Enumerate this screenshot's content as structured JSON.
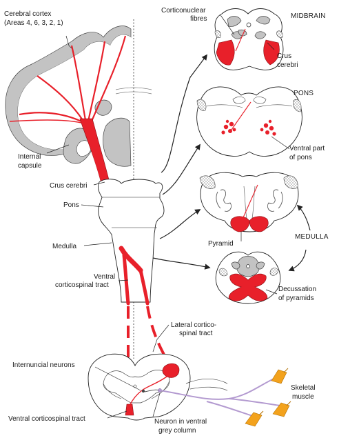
{
  "labels": {
    "cortex_line1": "Cerebral cortex",
    "cortex_line2_pre": "(Areas ",
    "cortex_a4": "4",
    "cortex_sep1": ", ",
    "cortex_a6": "6",
    "cortex_rest": ", 3, 2, 1)",
    "internal_capsule_1": "Internal",
    "internal_capsule_2": "capsule",
    "crus_cerebri_left": "Crus cerebri",
    "pons_left": "Pons",
    "medulla_left": "Medulla",
    "ventral_cst_1": "Ventral",
    "ventral_cst_2": "corticospinal tract",
    "lateral_cst_1": "Lateral cortico-",
    "lateral_cst_2": "spinal tract",
    "internuncial": "Internuncial neurons",
    "ventral_cst_bottom": "Ventral corticospinal tract",
    "neuron_vgc_1": "Neuron in ventral",
    "neuron_vgc_2": "grey column",
    "skeletal_1": "Skeletal",
    "skeletal_2": "muscle",
    "corticonuclear_1": "Corticonuclear",
    "corticonuclear_2": "fibres",
    "midbrain": "MIDBRAIN",
    "crus_cerebri_right_1": "Crus",
    "crus_cerebri_right_2": "cerebri",
    "pons_head": "PONS",
    "ventral_pons_1": "Ventral part",
    "ventral_pons_2": "of pons",
    "medulla_head": "MEDULLA",
    "pyramid": "Pyramid",
    "decussation_1": "Decussation",
    "decussation_2": "of pyramids"
  },
  "colors": {
    "tract": "#e8202a",
    "grey_matter": "#c3c3c3",
    "motor_fibre": "#b39ad0",
    "muscle": "#f3a21c"
  }
}
